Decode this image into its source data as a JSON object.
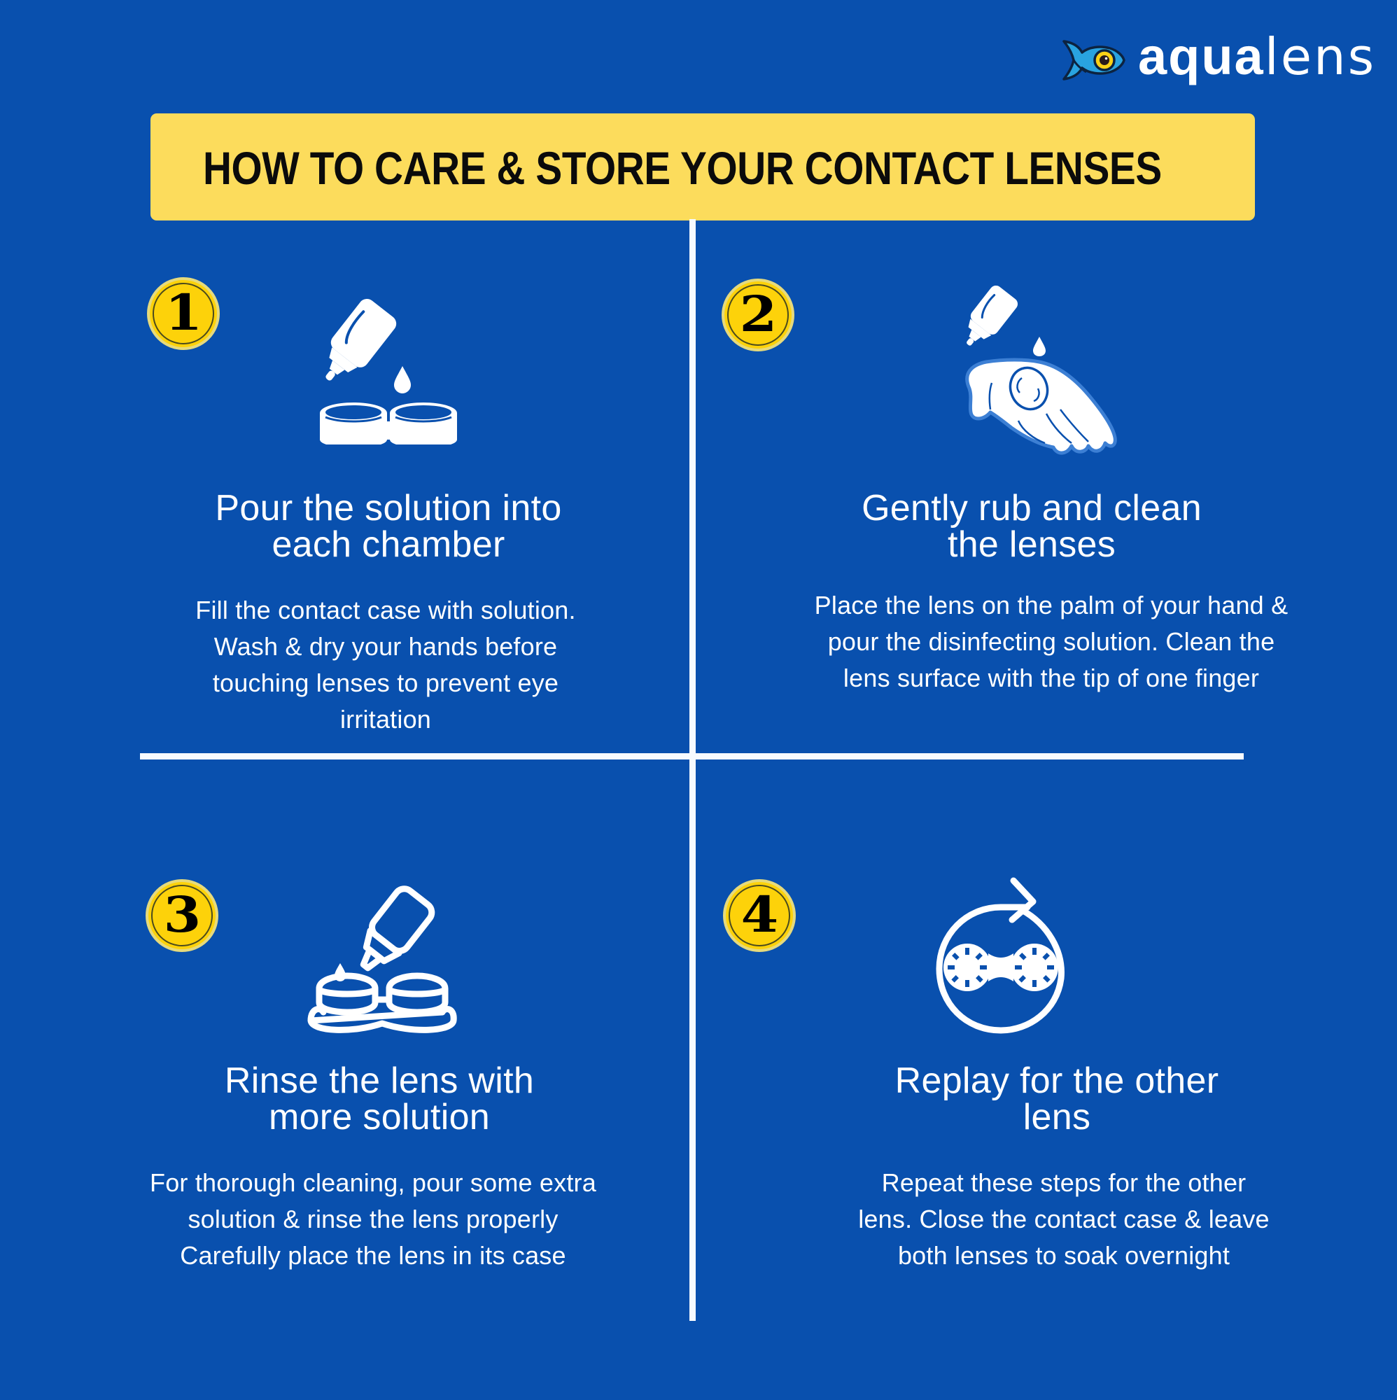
{
  "brand": {
    "logo_icon": "fish-eye-logo-icon",
    "name_bold": "aqua",
    "name_light": "lens",
    "colors": {
      "background": "#0950AE",
      "banner": "#FCDC5C",
      "badge": "#FDD20A",
      "text": "#FFFFFF",
      "title_text": "#0B0B0B",
      "fish_body": "#29A3E0",
      "fish_eye": "#FCD116"
    }
  },
  "banner": {
    "title": "HOW TO CARE & STORE YOUR CONTACT LENSES"
  },
  "steps": [
    {
      "number": "1",
      "icon": "bottle-pouring-into-lens-case-icon",
      "heading": [
        "Pour the solution into",
        "each chamber"
      ],
      "body": [
        "Fill the contact case with solution.",
        "Wash & dry your hands before",
        "touching lenses to prevent eye",
        "irritation"
      ]
    },
    {
      "number": "2",
      "icon": "drop-on-lens-in-palm-icon",
      "heading": [
        "Gently rub and clean",
        "the lenses"
      ],
      "body": [
        "Place the lens on the palm of your hand &",
        "pour the disinfecting  solution. Clean the",
        "lens surface with the tip of one finger"
      ]
    },
    {
      "number": "3",
      "icon": "bottle-rinse-lens-case-icon",
      "heading": [
        "Rinse the lens with",
        "more solution"
      ],
      "body": [
        "For thorough cleaning, pour some extra",
        "solution & rinse the lens properly",
        "Carefully place the lens in its case"
      ]
    },
    {
      "number": "4",
      "icon": "repeat-lens-case-icon",
      "heading": [
        "Replay for the other",
        "lens"
      ],
      "body": [
        "Repeat these steps for the other",
        "lens. Close the contact case & leave",
        "both lenses to soak overnight"
      ]
    }
  ]
}
